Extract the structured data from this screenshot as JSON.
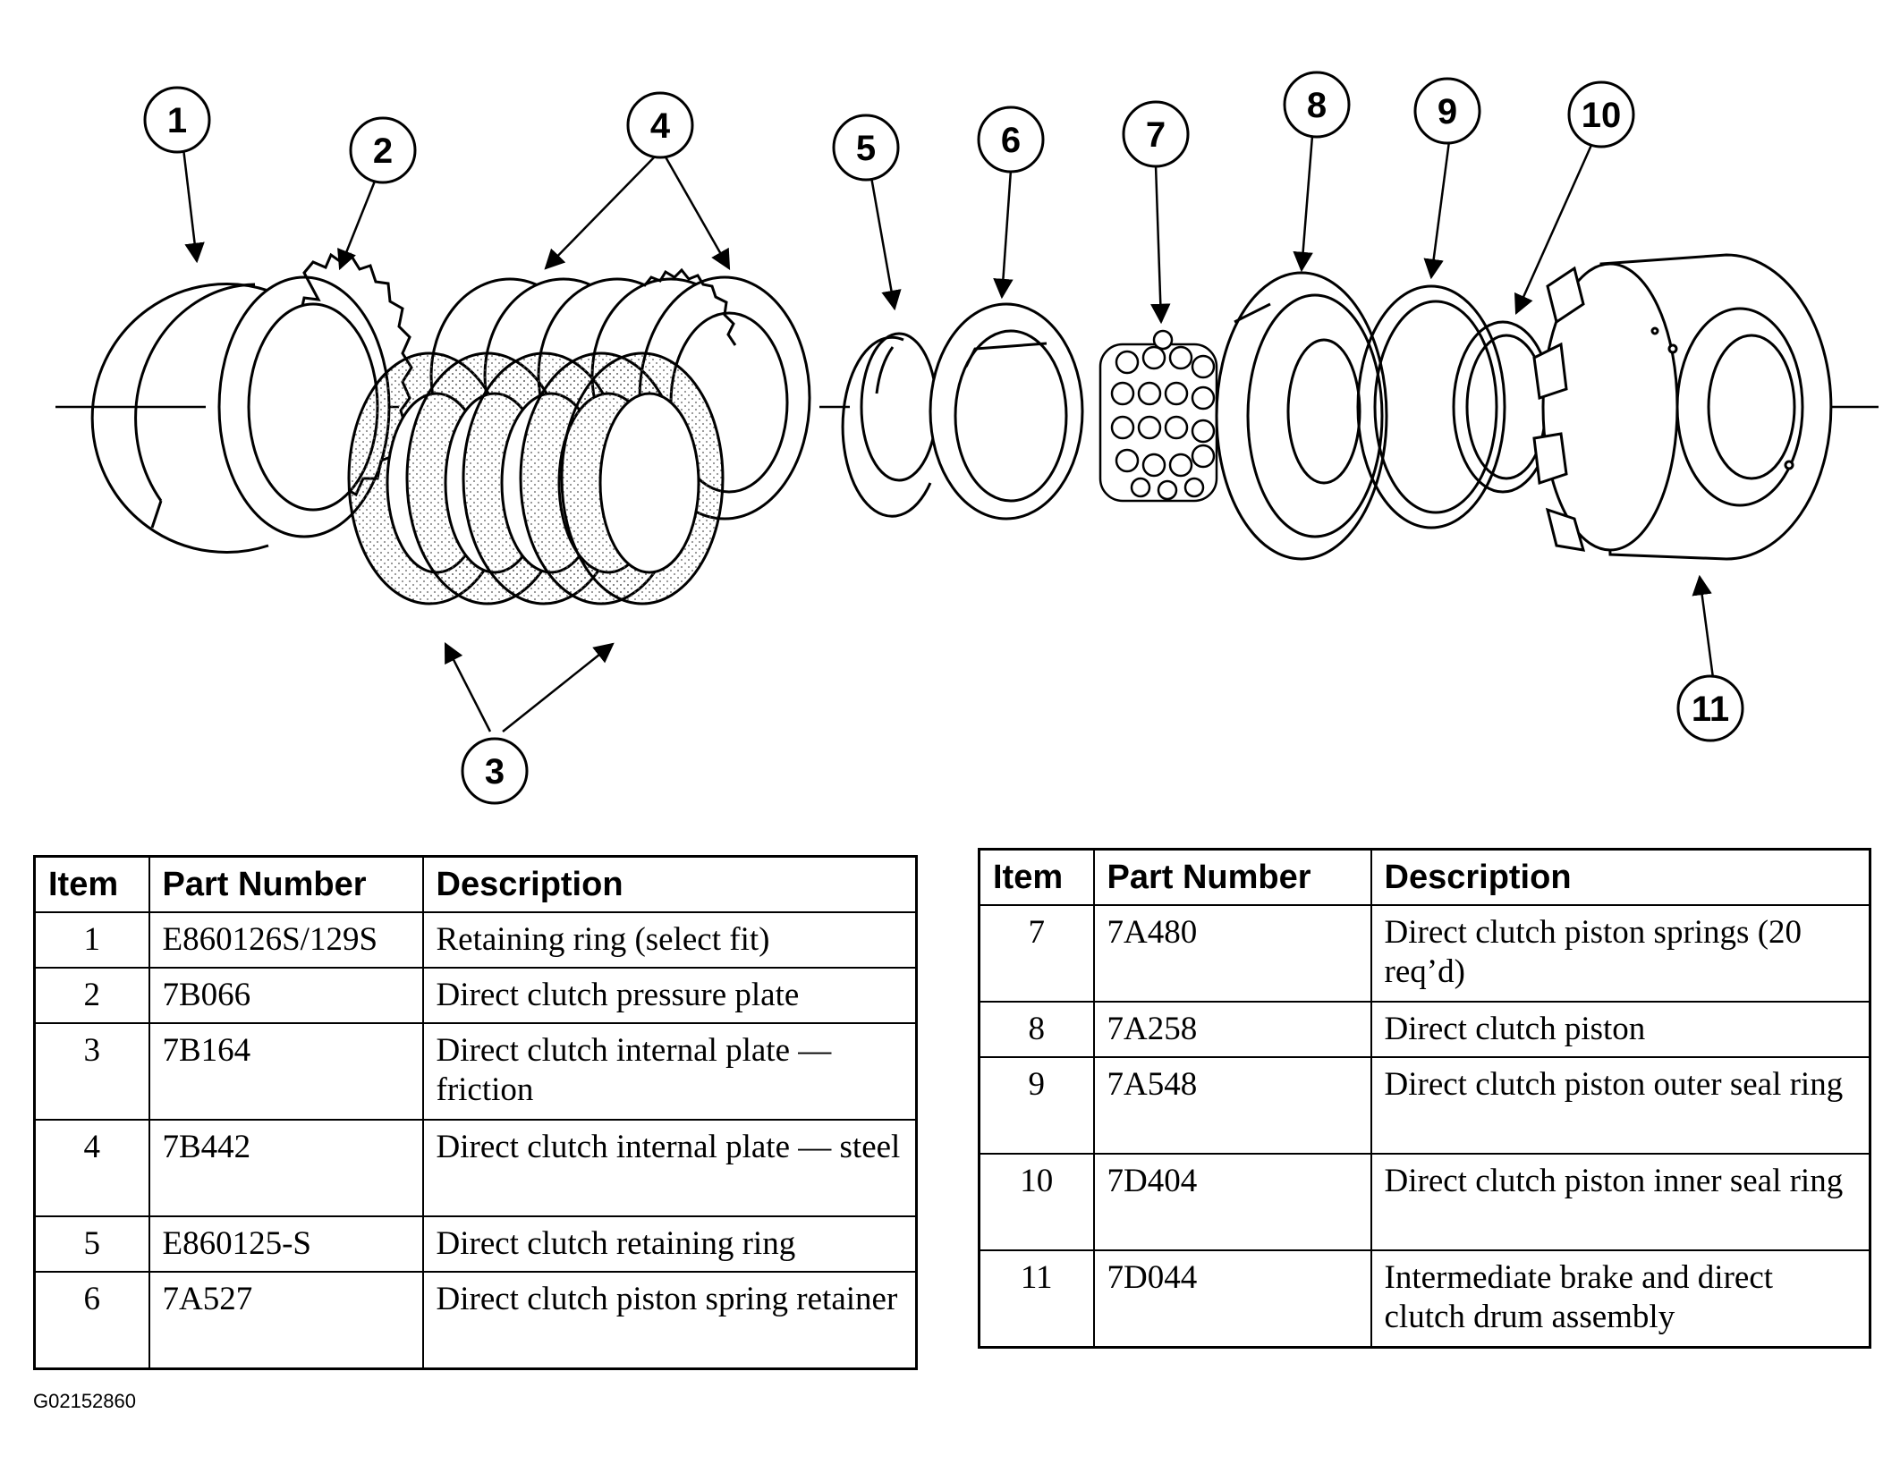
{
  "callouts": [
    "1",
    "2",
    "3",
    "4",
    "5",
    "6",
    "7",
    "8",
    "9",
    "10",
    "11"
  ],
  "parts_table": {
    "headers": [
      "Item",
      "Part Number",
      "Description"
    ],
    "left_rows": [
      {
        "item": "1",
        "part": "E860126S/129S",
        "desc": "Retaining ring (select fit)"
      },
      {
        "item": "2",
        "part": "7B066",
        "desc": "Direct clutch pressure plate"
      },
      {
        "item": "3",
        "part": "7B164",
        "desc": "Direct clutch internal plate — friction"
      },
      {
        "item": "4",
        "part": "7B442",
        "desc": "Direct clutch internal plate — steel"
      },
      {
        "item": "5",
        "part": "E860125-S",
        "desc": "Direct clutch retaining ring"
      },
      {
        "item": "6",
        "part": "7A527",
        "desc": "Direct clutch piston spring retainer"
      }
    ],
    "right_rows": [
      {
        "item": "7",
        "part": "7A480",
        "desc": "Direct clutch piston springs (20 req’d)"
      },
      {
        "item": "8",
        "part": "7A258",
        "desc": "Direct clutch piston"
      },
      {
        "item": "9",
        "part": "7A548",
        "desc": "Direct clutch piston outer seal ring"
      },
      {
        "item": "10",
        "part": "7D404",
        "desc": "Direct clutch piston inner seal ring"
      },
      {
        "item": "11",
        "part": "7D044",
        "desc": "Intermediate brake and direct clutch drum assembly"
      }
    ]
  },
  "figure_id": "G02152860"
}
